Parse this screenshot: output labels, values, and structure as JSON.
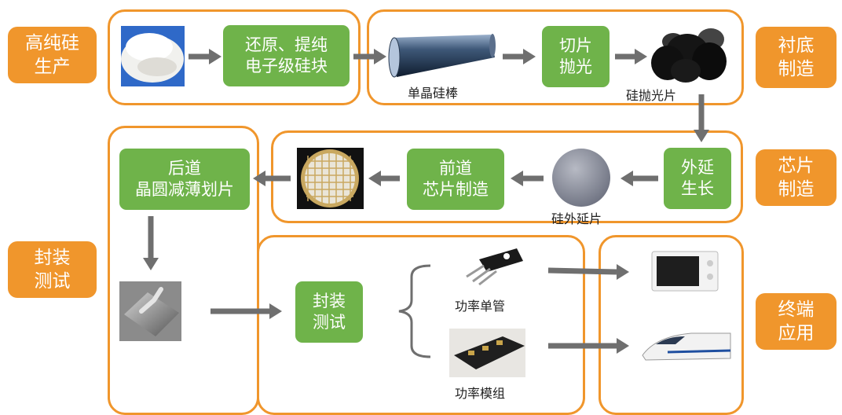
{
  "stages": {
    "raw": {
      "line1": "高纯硅",
      "line2": "生产"
    },
    "substrate": {
      "line1": "衬底",
      "line2": "制造"
    },
    "chip": {
      "line1": "芯片",
      "line2": "制造"
    },
    "package": {
      "line1": "封装",
      "line2": "测试"
    },
    "terminal": {
      "line1": "终端",
      "line2": "应用"
    }
  },
  "steps": {
    "reduce": {
      "line1": "还原、提纯",
      "line2": "电子级硅块"
    },
    "slice": {
      "line1": "切片",
      "line2": "抛光"
    },
    "epi": {
      "line1": "外延",
      "line2": "生长"
    },
    "front": {
      "line1": "前道",
      "line2": "芯片制造"
    },
    "back": {
      "line1": "后道",
      "line2": "晶圆减薄划片"
    },
    "pkg": {
      "line1": "封装",
      "line2": "测试"
    }
  },
  "captions": {
    "ingot": "单晶硅棒",
    "polished": "硅抛光片",
    "epi_wafer": "硅外延片",
    "discrete": "功率单管",
    "module": "功率模组"
  },
  "colors": {
    "accent": "#f0962c",
    "step": "#6fb34a",
    "arrow": "#6f6f6f"
  },
  "icons": [
    "polysilicon-image",
    "ingot-image",
    "wafer-stack-image",
    "epi-wafer-image",
    "patterned-wafer-image",
    "bonded-die-image",
    "transistor-image",
    "module-image",
    "microwave-image",
    "train-image"
  ]
}
